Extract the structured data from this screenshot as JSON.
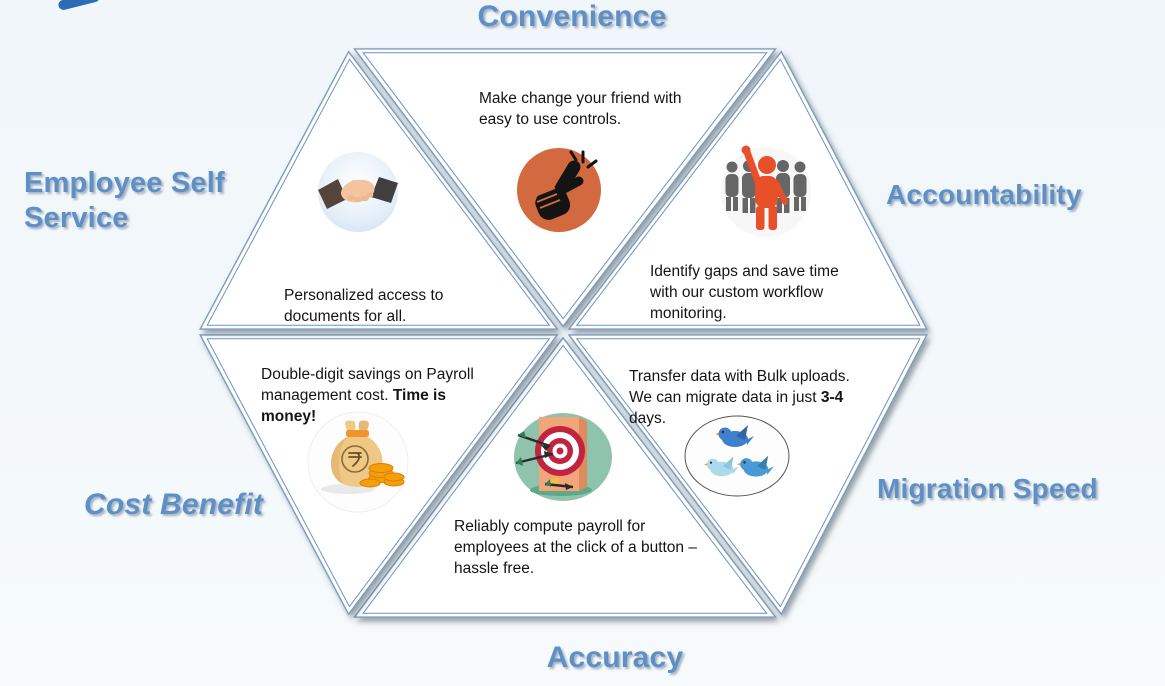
{
  "colors": {
    "title_blue": "#5e90c8",
    "text_dark": "#141414",
    "triangle_stroke": "#7d9cc2",
    "snap_orange": "#d3693f",
    "leader_orange": "#e8502a",
    "target_green": "#8fc3ab",
    "bag_tan": "#eec884",
    "coin_orange": "#f59e0b",
    "bird_blue": "#3f80cc",
    "background": "#f3f8fb"
  },
  "diagram": {
    "segments": [
      {
        "id": "convenience",
        "title": "Convenience",
        "description": "Make change your friend with easy to use controls.",
        "icon": "snap-fingers-icon"
      },
      {
        "id": "accountability",
        "title": "Accountability",
        "description": "Identify gaps and save time with our custom workflow monitoring.",
        "icon": "team-leader-icon"
      },
      {
        "id": "migration-speed",
        "title": "Migration Speed",
        "description_prefix": "Transfer data with Bulk uploads. We can migrate data in just ",
        "description_bold": "3-4",
        "description_suffix": " days.",
        "icon": "migrating-birds-icon"
      },
      {
        "id": "accuracy",
        "title": "Accuracy",
        "description": "Reliably compute payroll for employees at the click of a button – hassle free.",
        "icon": "dart-target-icon"
      },
      {
        "id": "cost-benefit",
        "title": "Cost Benefit",
        "description_prefix": "Double-digit savings on Payroll management cost. ",
        "description_bold": "Time is money!",
        "icon": "money-bag-icon"
      },
      {
        "id": "employee-self-service",
        "title": "Employee Self Service",
        "description": "Personalized access to documents for all.",
        "icon": "handshake-icon"
      }
    ]
  }
}
